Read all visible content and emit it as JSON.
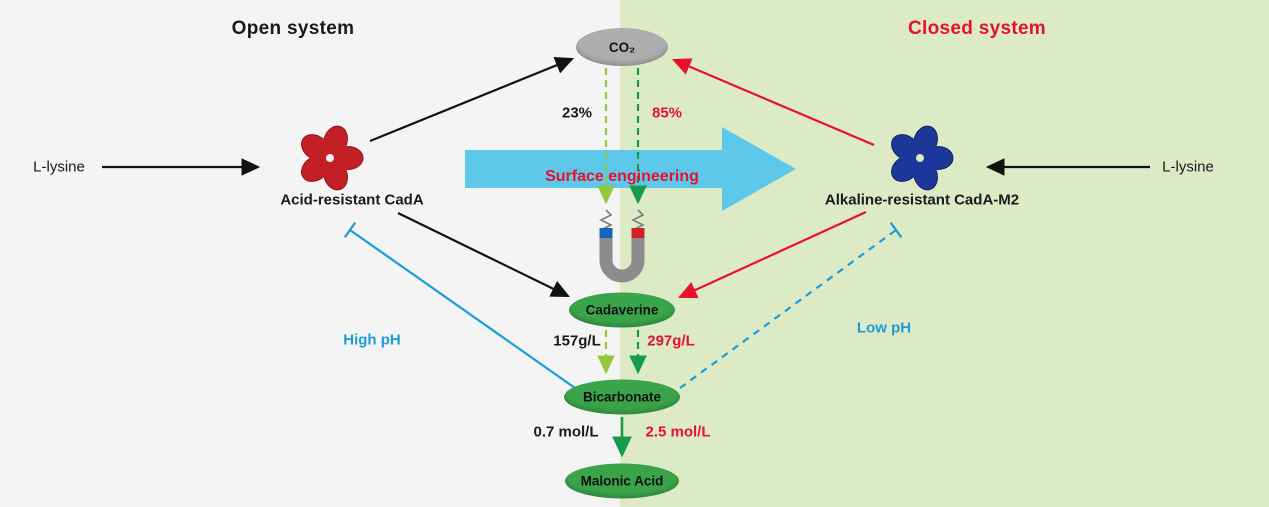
{
  "titles": {
    "open_system": "Open system",
    "closed_system": "Closed system"
  },
  "substrates": {
    "left": "L-lysine",
    "right": "L-lysine"
  },
  "proteins": {
    "acid": "Acid-resistant CadA",
    "alkaline": "Alkaline-resistant CadA-M2"
  },
  "transformation": {
    "label": "Surface engineering"
  },
  "nodes": {
    "co2": "CO₂",
    "cadaverine": "Cadaverine",
    "bicarbonate": "Bicarbonate",
    "malonic_acid": "Malonic Acid"
  },
  "values": {
    "co2_conversion_open": "23%",
    "co2_conversion_closed": "85%",
    "cadaverine_titer_open": "157g/L",
    "cadaverine_titer_closed": "297g/L",
    "bicarbonate_conc_open": "0.7 mol/L",
    "bicarbonate_conc_closed": "2.5 mol/L"
  },
  "inhibition": {
    "open": "High pH",
    "closed": "Low pH"
  },
  "colors": {
    "open_bg": "#f4f4f4",
    "closed_bg": "#dcebc6",
    "accent_red": "#e8112d",
    "node_green": "#3aa44a",
    "co2_gray": "#aeaeae",
    "inhibition_blue": "#1b9cd9",
    "open_flow_green": "#93c83d",
    "closed_flow_green": "#169b4a",
    "engineering_arrow_cyan": "#5ec8ea",
    "protein_acid_red": "#c22026",
    "protein_alkaline_blue": "#1c3799"
  }
}
